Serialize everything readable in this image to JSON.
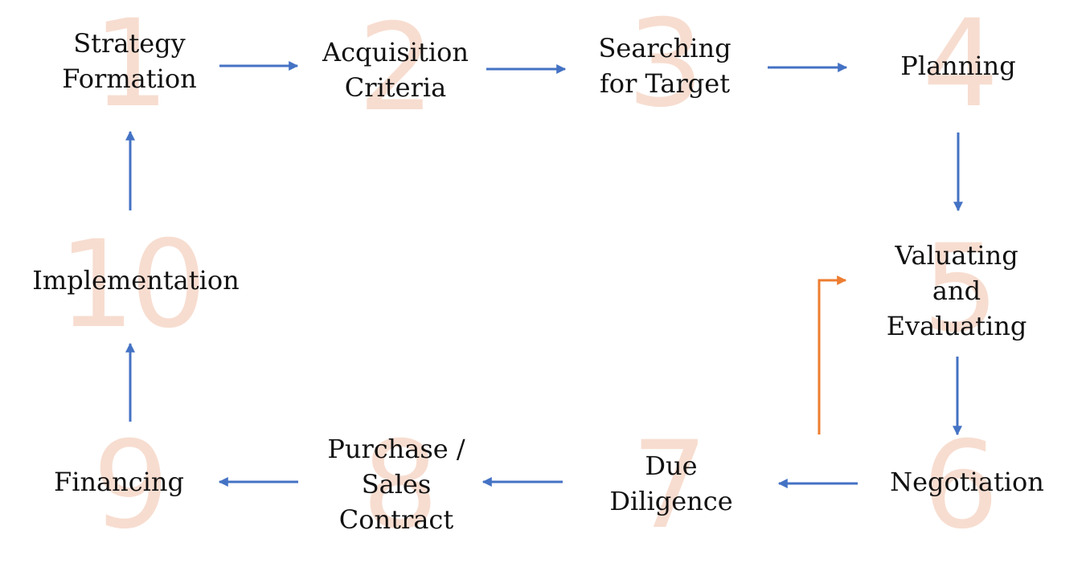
{
  "steps": [
    {
      "number": "1",
      "label": "Strategy\nFormation"
    },
    {
      "number": "2",
      "label": "Acquisition\nCriteria"
    },
    {
      "number": "3",
      "label": "Searching\nfor Target"
    },
    {
      "number": "4",
      "label": "Planning"
    },
    {
      "number": "5",
      "label": "Valuating and\nEvaluating"
    },
    {
      "number": "6",
      "label": "Negotiation"
    },
    {
      "number": "7",
      "label": "Due\nDiligence"
    },
    {
      "number": "8",
      "label": "Purchase /\nSales\nContract"
    },
    {
      "number": "9",
      "label": "Financing"
    },
    {
      "number": "10",
      "label": "Implementation"
    }
  ],
  "colors": {
    "flow_arrow": "#4472c4",
    "feedback_arrow": "#ed7d31",
    "step_number": "#f7ddd0",
    "label_text": "#111111"
  }
}
